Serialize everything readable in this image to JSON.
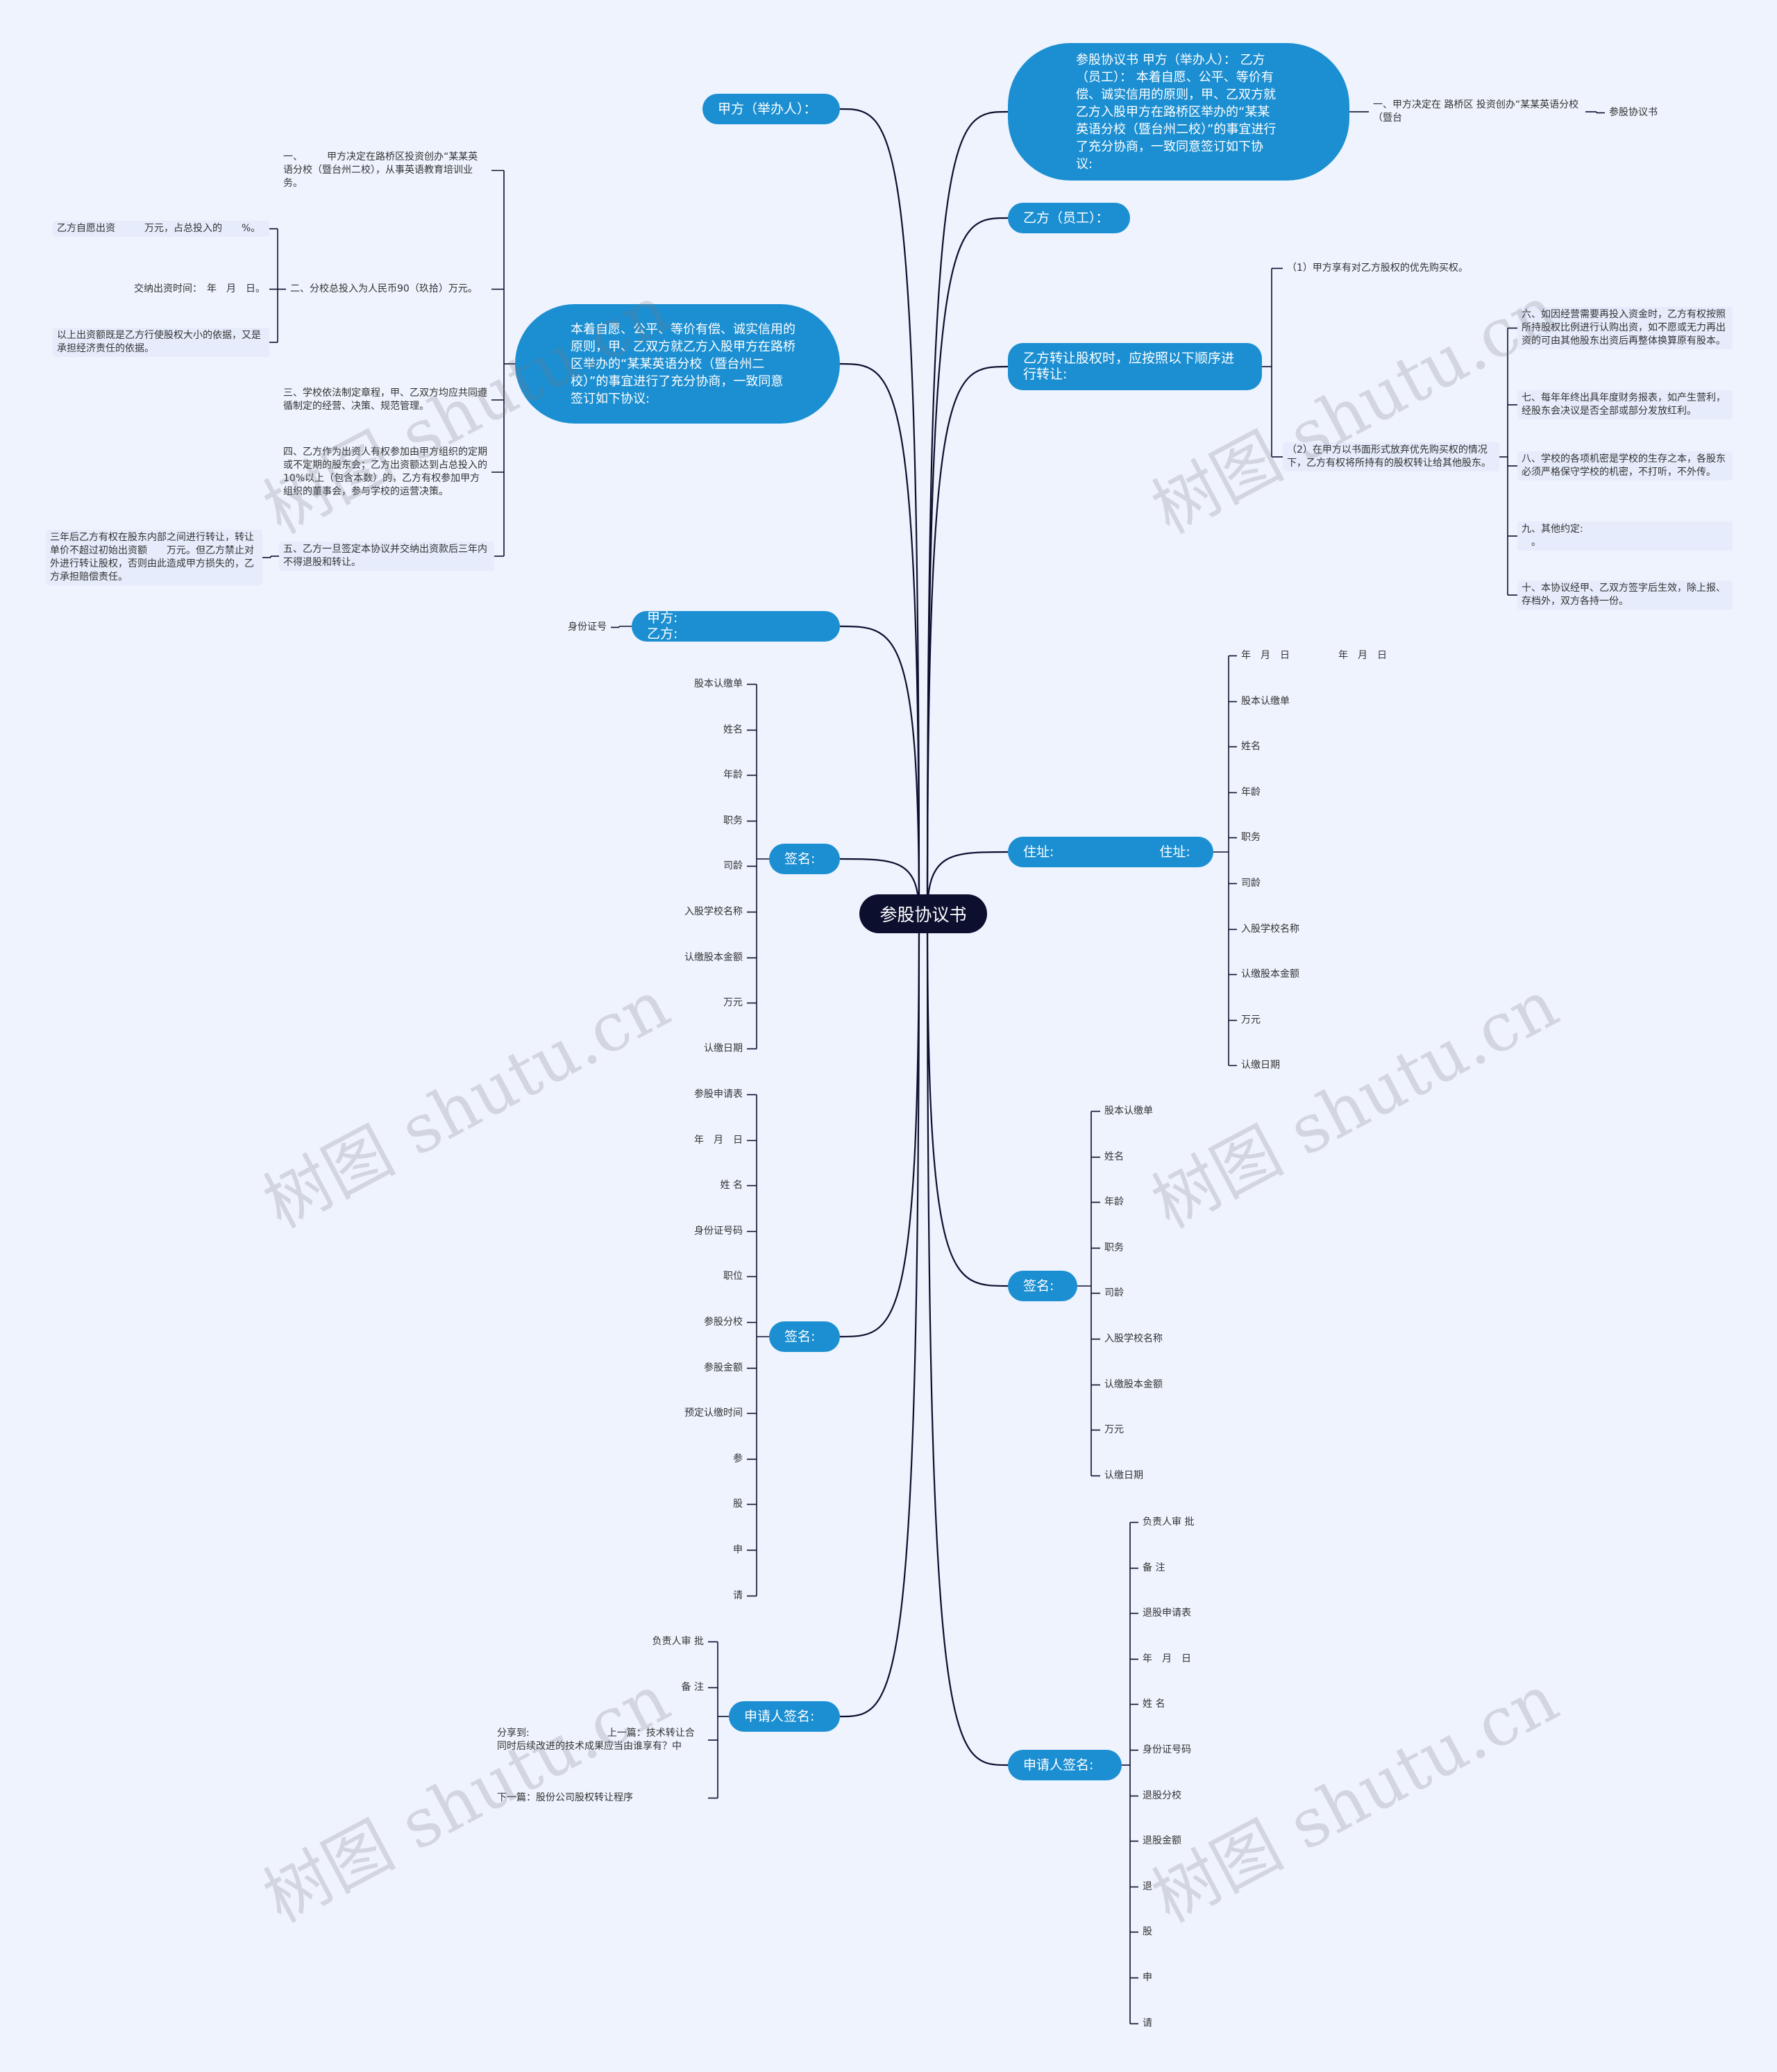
{
  "root": {
    "label": "参股协议书"
  },
  "left": {
    "party_a": {
      "label": "甲方（举办人）："
    },
    "principle": {
      "label": "本着自愿、公平、等价有偿、诚实信用的原则，甲、乙双方就乙方入股甲方在路桥区举办的“某某英语分校（暨台州二校）”的事宜进行了充分协商，一致同意签订如下协议:",
      "items": [
        "一、　　　甲方决定在路桥区投资创办“某某英语分校（暨台州二校），从事英语教育培训业务。",
        "二、分校总投入为人民币90（玖拾）万元。",
        "三、学校依法制定章程，甲、乙双方均应共同遵循制定的经营、决策、规范管理。",
        "四、乙方作为出资人有权参加由甲方组织的定期或不定期的股东会；乙方出资额达到占总投入的10%以上（包含本数）的，乙方有权参加甲方组织的董事会，参与学校的运营决策。",
        "五、乙方一旦签定本协议并交纳出资款后三年内不得退股和转让。"
      ],
      "sub_items_2": [
        "乙方自愿出资　　　万元，占总投入的　　%。",
        "交纳出资时间：　年　月　日。",
        "以上出资额既是乙方行使股权大小的依据，又是承担经济责任的依据。"
      ],
      "sub_item_5": "三年后乙方有权在股东内部之间进行转让，转让单价不超过初始出资额　　万元。但乙方禁止对外进行转让股权，否则由此造成甲方损失的，乙方承担赔偿责任。"
    },
    "sign_row": {
      "label": "甲方:　　　　　　　　　　　乙方:",
      "child": "身份证号"
    },
    "sign1": {
      "label": "签名:",
      "items": [
        "股本认缴单",
        "姓名",
        "年龄",
        "职务",
        "司龄",
        "入股学校名称",
        "认缴股本金额",
        "万元",
        "认缴日期"
      ]
    },
    "sign2": {
      "label": "签名:",
      "items": [
        "参股申请表",
        "年　月　日",
        "姓 名",
        "身份证号码",
        "职位",
        "参股分校",
        "参股金额",
        "预定认缴时间",
        "参",
        "股",
        "申",
        "请"
      ]
    },
    "applicant": {
      "label": "申请人签名:",
      "items": [
        "负责人审 批",
        "备 注",
        "分享到:　　　　　　　　上一篇：技术转让合同时后续改进的技术成果应当由谁享有？中",
        "下一篇：股份公司股权转让程序"
      ]
    }
  },
  "right": {
    "intro": {
      "label": "参股协议书 甲方（举办人）：  乙方（员工）：  本着自愿、公平、等价有偿、诚实信用的原则，甲、乙双方就乙方入股甲方在路桥区举办的“某某英语分校（暨台州二校）”的事宜进行了充分协商，一致同意签订如下协议:",
      "child": "一、甲方决定在 路桥区 投资创办“某某英语分校（暨台",
      "grandchild": "参股协议书"
    },
    "party_b": {
      "label": "乙方（员工）："
    },
    "transfer": {
      "label": "乙方转让股权时，应按照以下顺序进行转让:",
      "items": [
        "（1）甲方享有对乙方股权的优先购买权。",
        "（2）在甲方以书面形式放弃优先购买权的情况下，乙方有权将所持有的股权转让给其他股东。"
      ],
      "sub_items": [
        "六、如因经营需要再投入资金时，乙方有权按照所持股权比例进行认购出资，如不愿或无力再出资的可由其他股东出资后再整体换算原有股本。",
        "七、每年年终出具年度财务报表，如产生营利，经股东会决议是否全部或部分发放红利。",
        "八、学校的各项机密是学校的生存之本，各股东必须严格保守学校的机密，不打听，不外传。",
        "九、其他约定:\n　。",
        "十、本协议经甲、乙双方签字后生效，除上报、存档外，双方各持一份。"
      ]
    },
    "address": {
      "label": "住址:　　　　　　　　住址:",
      "items": [
        "年　月　日　　　　　年　月　日",
        "股本认缴单",
        "姓名",
        "年龄",
        "职务",
        "司龄",
        "入股学校名称",
        "认缴股本金额",
        "万元",
        "认缴日期"
      ]
    },
    "sign3": {
      "label": "签名:",
      "items": [
        "股本认缴单",
        "姓名",
        "年龄",
        "职务",
        "司龄",
        "入股学校名称",
        "认缴股本金额",
        "万元",
        "认缴日期"
      ]
    },
    "applicant": {
      "label": "申请人签名:",
      "items": [
        "负责人审 批",
        "备 注",
        "退股申请表",
        "年　月　日",
        "姓 名",
        "身份证号码",
        "退股分校",
        "退股金额",
        "退",
        "股",
        "申",
        "请"
      ]
    }
  },
  "watermarks": [
    "树图 shutu.cn",
    "树图 shutu.cn",
    "树图 shutu.cn",
    "树图 shutu.cn",
    "树图 shutu.cn",
    "树图 shutu.cn"
  ],
  "colors": {
    "background": "#eef3fd",
    "root": "#0c0f2e",
    "branch": "#1b8fd2",
    "line": "#0c0f2e",
    "leaf_bg": "#e6ecfb"
  }
}
